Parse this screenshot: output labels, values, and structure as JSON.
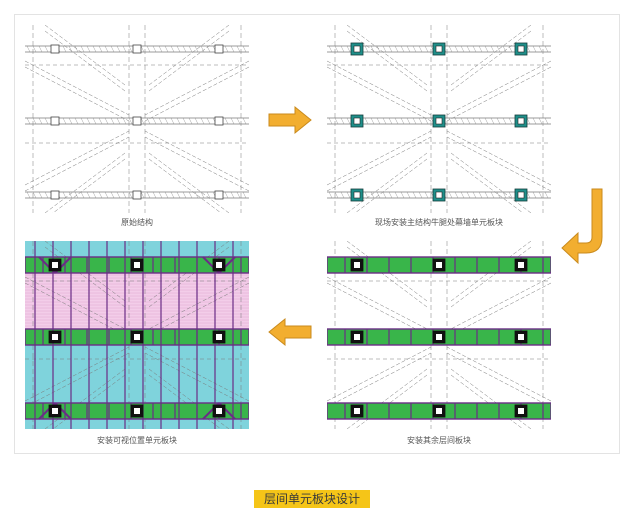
{
  "captions": {
    "p1": "原始结构",
    "p2": "现场安装主结构牛腿处幕墙单元板块",
    "p3": "安装其余层间板块",
    "p4": "安装可视位置单元板块"
  },
  "figure_caption": "层间单元板块设计",
  "colors": {
    "line": "#7a7a7a",
    "green": "#39b54a",
    "purple": "#6b2d86",
    "cyan": "#7fd3dc",
    "pink": "#f3cde9",
    "teal": "#1f8f8a",
    "arrow": "#f2ae30"
  }
}
